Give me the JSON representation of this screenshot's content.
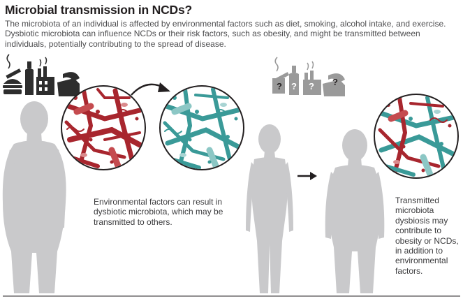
{
  "title": "Microbial transmission in NCDs?",
  "intro": "The microbiota of an individual is affected by environmental factors such as diet, smoking, alcohol intake, and exercise. Dysbiotic microbiota can influence NCDs or their risk factors, such as obesity, and might be transmitted between individuals, potentially contributing to the spread of disease.",
  "captions": {
    "left": "Environmental factors can result in dysbiotic microbiota, which may be transmitted to others.",
    "right": "Transmitted microbiota dysbiosis may contribute to obesity or NCDs, in addition to environmental factors."
  },
  "unknown_marks": [
    "?",
    "?",
    "?",
    "?"
  ],
  "icons": {
    "left_group": [
      "burger-icon",
      "cigarette-icon",
      "bottle-icon",
      "factory-icon",
      "couch-icon"
    ],
    "right_group": [
      "cigarette-icon",
      "bottle-icon",
      "factory-icon",
      "couch-icon"
    ]
  },
  "colors": {
    "dysbiotic": "#a8262e",
    "healthy": "#3a9a98",
    "figure": "#c9c9cb",
    "icon_dark": "#2d2d2d",
    "icon_grey": "#9a9a9a",
    "text": "#231f20"
  }
}
